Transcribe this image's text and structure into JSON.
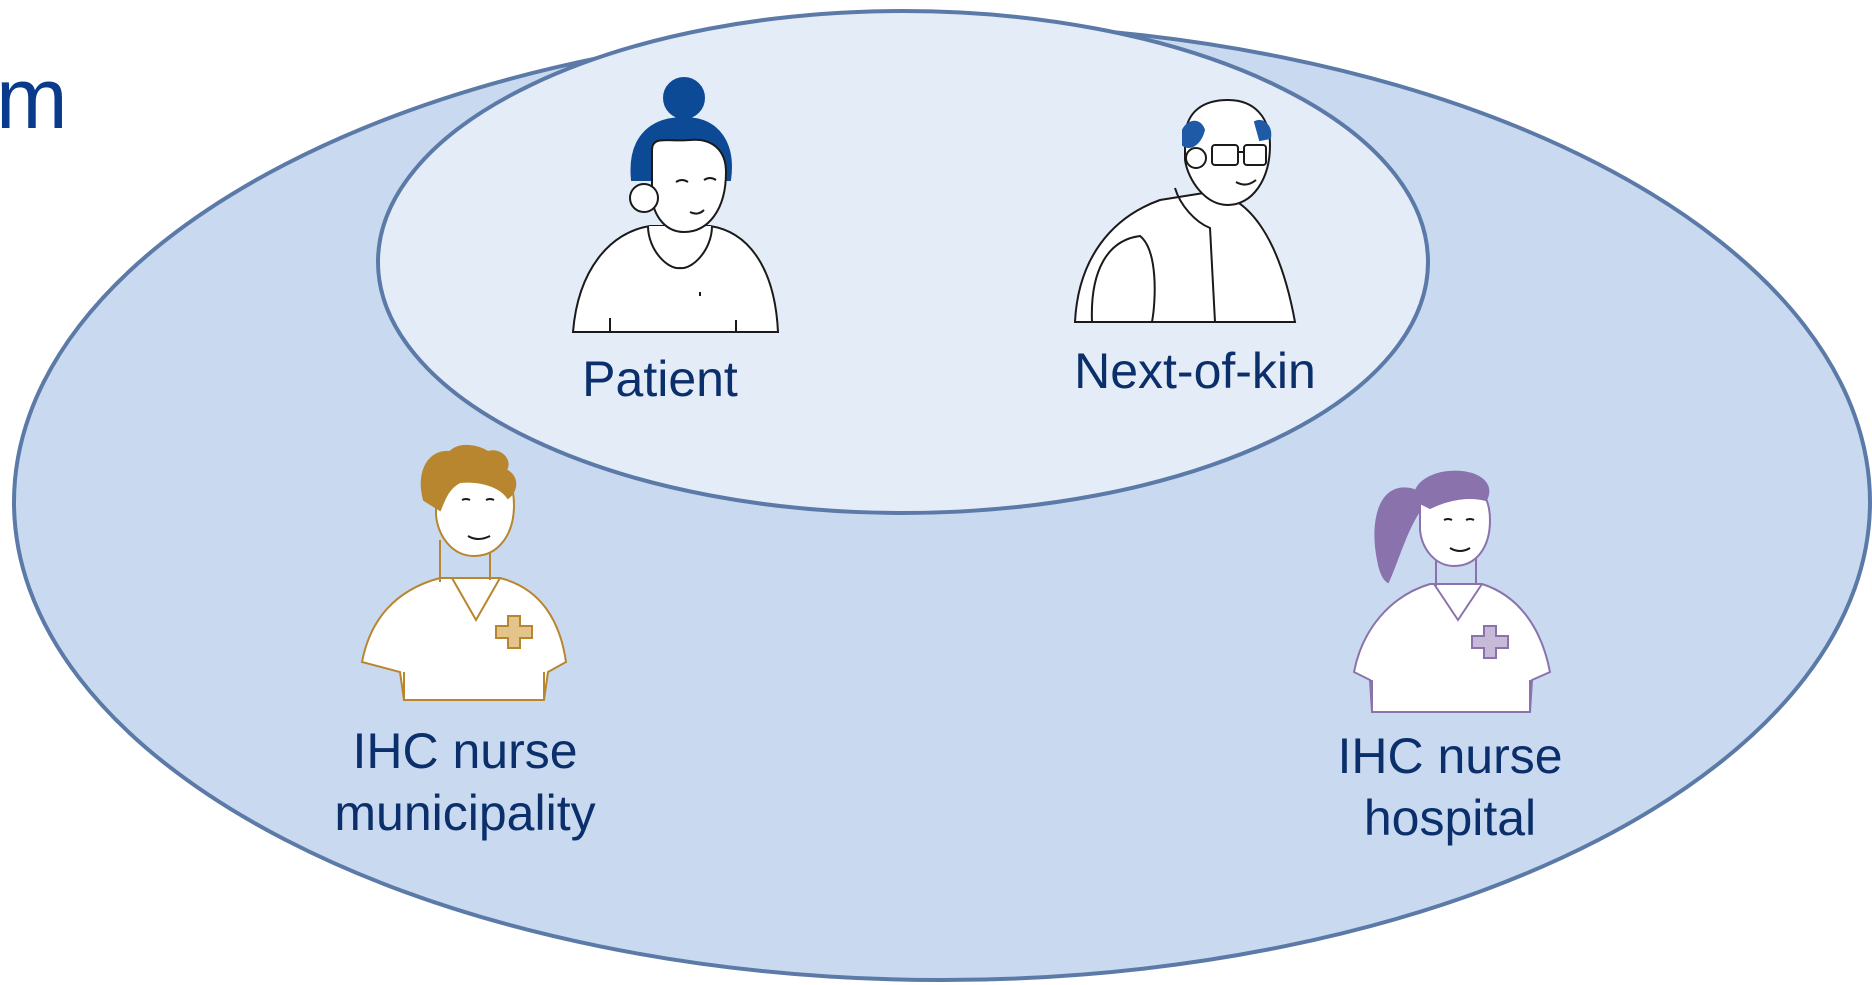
{
  "title_fragment": "m",
  "groups": {
    "outer": {
      "fill": "#c9daf0",
      "stroke": "#5b7aa8"
    },
    "inner": {
      "fill": "#e4ecf8",
      "stroke": "#5b7aa8"
    }
  },
  "people": {
    "patient": {
      "label": "Patient",
      "accent": "#0d4a96"
    },
    "next_of_kin": {
      "label": "Next-of-kin",
      "accent": "#1e5aa6"
    },
    "ihc_nurse_municipality": {
      "line1": "IHC nurse",
      "line2": "municipality",
      "accent": "#b8862e"
    },
    "ihc_nurse_hospital": {
      "line1": "IHC nurse",
      "line2": "hospital",
      "accent": "#8a73ad"
    }
  }
}
